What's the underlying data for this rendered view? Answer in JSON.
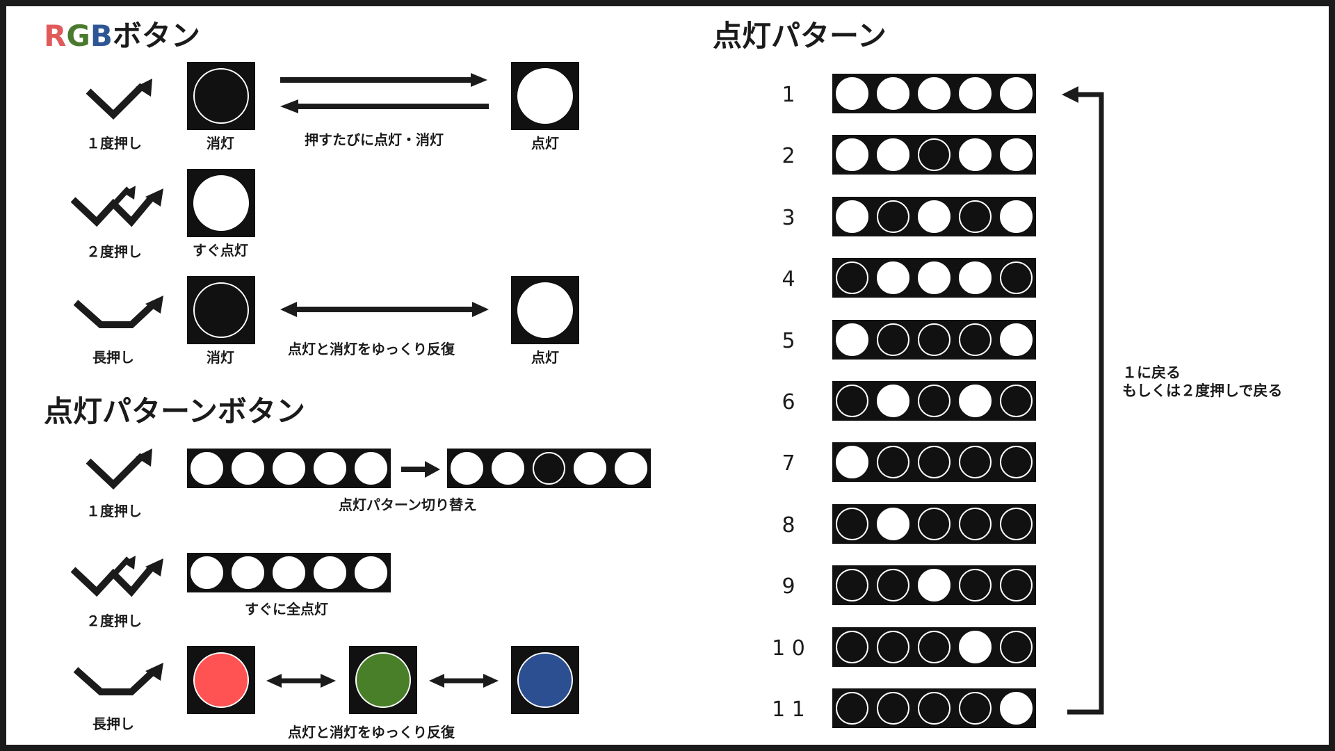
{
  "rgb_section": {
    "title_letters": [
      {
        "text": "R",
        "color": "#e05a5a"
      },
      {
        "text": "G",
        "color": "#4a7a2e"
      },
      {
        "text": "B",
        "color": "#2f5694"
      }
    ],
    "title_suffix": "ボタン",
    "rows": [
      {
        "gesture_icon": "single-press-icon",
        "gesture_label": "１度押し",
        "from_label": "消灯",
        "arrow_label": "押すたびに点灯・消灯",
        "to_label": "点灯"
      },
      {
        "gesture_icon": "double-press-icon",
        "gesture_label": "２度押し",
        "from_label": "すぐ点灯"
      },
      {
        "gesture_icon": "long-press-icon",
        "gesture_label": "長押し",
        "from_label": "消灯",
        "arrow_label": "点灯と消灯をゆっくり反復",
        "to_label": "点灯"
      }
    ]
  },
  "pattern_button_section": {
    "title": "点灯パターンボタン",
    "rows": [
      {
        "gesture_icon": "single-press-icon",
        "gesture_label": "１度押し",
        "caption": "点灯パターン切り替え"
      },
      {
        "gesture_icon": "double-press-icon",
        "gesture_label": "２度押し",
        "caption": "すぐに全点灯"
      },
      {
        "gesture_icon": "long-press-icon",
        "gesture_label": "長押し",
        "caption": "点灯と消灯をゆっくり反復"
      }
    ],
    "switch_from": [
      1,
      1,
      1,
      1,
      1
    ],
    "switch_to": [
      1,
      1,
      0,
      1,
      1
    ],
    "all_on": [
      1,
      1,
      1,
      1,
      1
    ],
    "color_cycle": [
      "#ff5252",
      "#4a7f2a",
      "#2b4f91"
    ]
  },
  "patterns_section": {
    "title": "点灯パターン",
    "patterns": [
      {
        "label": "1",
        "leds": [
          1,
          1,
          1,
          1,
          1
        ]
      },
      {
        "label": "2",
        "leds": [
          1,
          1,
          0,
          1,
          1
        ]
      },
      {
        "label": "3",
        "leds": [
          1,
          0,
          1,
          0,
          1
        ]
      },
      {
        "label": "4",
        "leds": [
          0,
          1,
          1,
          1,
          0
        ]
      },
      {
        "label": "5",
        "leds": [
          1,
          0,
          0,
          0,
          1
        ]
      },
      {
        "label": "6",
        "leds": [
          0,
          1,
          0,
          1,
          0
        ]
      },
      {
        "label": "7",
        "leds": [
          1,
          0,
          0,
          0,
          0
        ]
      },
      {
        "label": "8",
        "leds": [
          0,
          1,
          0,
          0,
          0
        ]
      },
      {
        "label": "9",
        "leds": [
          0,
          0,
          1,
          0,
          0
        ]
      },
      {
        "label": "1 0",
        "leds": [
          0,
          0,
          0,
          1,
          0
        ]
      },
      {
        "label": "1 1",
        "leds": [
          0,
          0,
          0,
          0,
          1
        ]
      }
    ],
    "loop_note_line1": "１に戻る",
    "loop_note_line2": "もしくは２度押しで戻る"
  }
}
